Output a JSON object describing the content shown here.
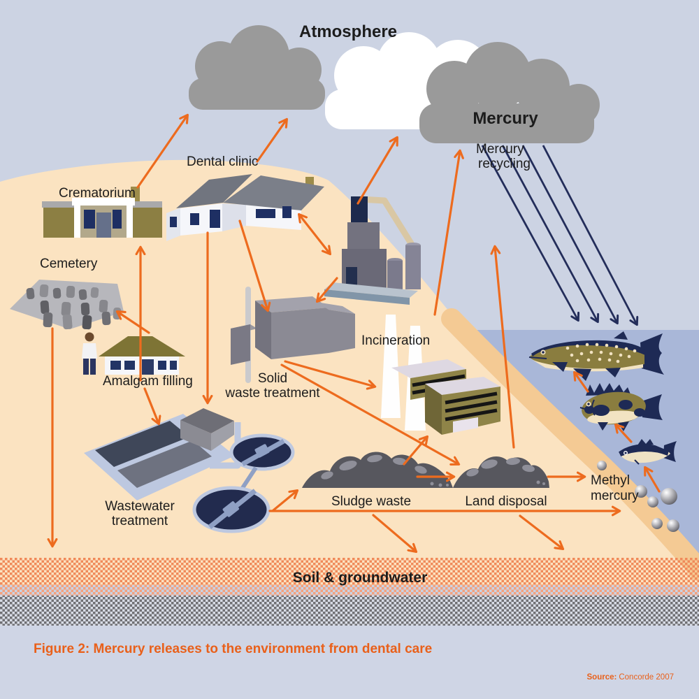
{
  "figure": {
    "atmosphere_title": "Atmosphere",
    "mercury_cloud_label": "Mercury",
    "soil_label": "Soil & groundwater",
    "caption": "Figure 2: Mercury releases to the environment from dental care",
    "source_label": "Source:",
    "source_value": "Concorde 2007"
  },
  "nodes": {
    "crematorium": "Crematorium",
    "dental_clinic": "Dental clinic",
    "cemetery": "Cemetery",
    "amalgam_filling": "Amalgam filling",
    "mercury_recycling_line1": "Mercury",
    "mercury_recycling_line2": "recycling",
    "incineration": "Incineration",
    "solid_waste_line1": "Solid",
    "solid_waste_line2": "waste treatment",
    "wastewater_line1": "Wastewater",
    "wastewater_line2": "treatment",
    "sludge_waste": "Sludge waste",
    "land_disposal": "Land disposal",
    "methyl_line1": "Methyl",
    "methyl_line2": "mercury"
  },
  "colors": {
    "arrow_orange": "#ed6b1e",
    "rain_navy": "#232d5a",
    "sky": "#ccd3e3",
    "land": "#fbe3c1",
    "water": "#a9b7d8",
    "beach": "#f4ca94",
    "cloud_gray": "#9a9a9a",
    "building_olive": "#8c7f43",
    "caption_orange": "#e9601a"
  }
}
